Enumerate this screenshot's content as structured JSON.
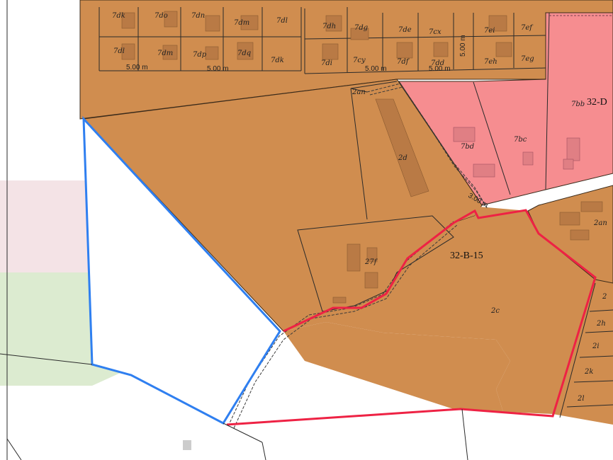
{
  "map": {
    "colors": {
      "parcel_fill": "#d08d4f",
      "pink_fill": "#f68d90",
      "blue_outline": "#2f7ff0",
      "red_outline": "#ee2244",
      "green_zone": "#dcebd0",
      "pink_zone": "#f4e3e6"
    },
    "block_labels": {
      "block_32_b_15": "32-B-15",
      "block_32_d": "32-D"
    },
    "parcel_labels": {
      "p7dk_top": "7dk",
      "p7do": "7do",
      "p7dn": "7dn",
      "p7dm": "7dm",
      "p7dl_top": "7dl",
      "p7dh": "7dh",
      "p7dg": "7dg",
      "p7de": "7de",
      "p7cx": "7cx",
      "p7ei": "7ei",
      "p7ef": "7ef",
      "p7dl_bottom": "7dl",
      "p7dm_bottom": "7dm",
      "p7dp": "7dp",
      "p7dq": "7dq",
      "p7dk_bottom": "7dk",
      "p7di": "7di",
      "p7cy": "7cy",
      "p7df": "7df",
      "p7dd": "7dd",
      "p7eh": "7eh",
      "p7eg": "7eg",
      "p2an_left": "2an",
      "p2d": "2d",
      "p7bd": "7bd",
      "p7bc": "7bc",
      "p7bb": "7bb",
      "p27f": "27f",
      "p2c": "2c",
      "p2an_right": "2an",
      "p2_edge": "2",
      "p2h": "2h",
      "p2i": "2i",
      "p2k": "2k",
      "p2l": "2l"
    },
    "dimension_labels": {
      "dim1": "5.00 m",
      "dim2": "5.00 m",
      "dim3": "5.00 m",
      "dim4": "5.00 m",
      "dim5": "5.00 m",
      "dim6": "3.00 m"
    }
  }
}
